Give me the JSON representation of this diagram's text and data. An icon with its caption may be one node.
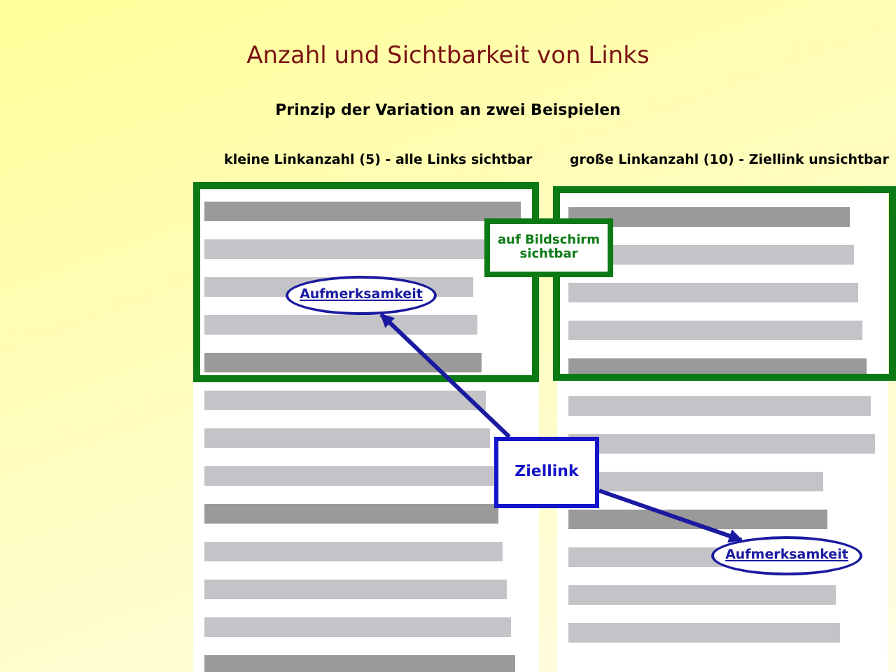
{
  "diagram": {
    "title": "Anzahl und Sichtbarkeit von Links",
    "nodes": [
      {
        "text": [
          "auf Bildschirm sichtbar"
        ]
      },
      {
        "text": [
          "Aufmerksamkeit"
        ]
      },
      {
        "text": [
          "Ziellink"
        ]
      },
      {
        "text": [
          "Aufmerksamkeit"
        ]
      }
    ],
    "edges": [
      {
        "from": 2,
        "to": 1,
        "arrow": "to"
      },
      {
        "from": 2,
        "to": 3,
        "arrow": "to"
      }
    ],
    "labels": [
      "Prinzip der Variation an zwei Beispielen",
      "kleine Linkanzahl (5) -  alle Links sichtbar",
      "große Linkanzahl (10) -  Ziellink unsichtbar"
    ]
  }
}
